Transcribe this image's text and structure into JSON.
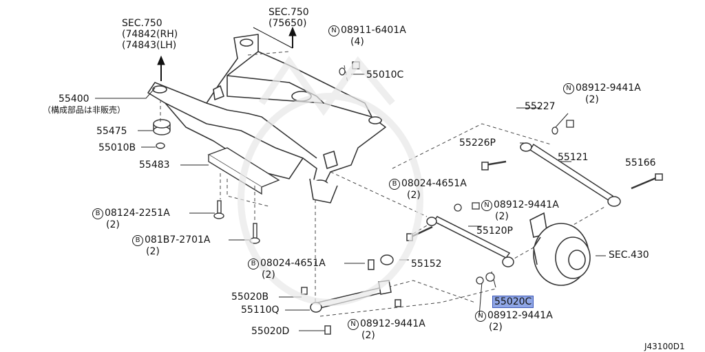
{
  "sec750a": {
    "title": "SEC.750",
    "line1": "(74842(RH)",
    "line2": "(74843(LH)"
  },
  "sec750b": {
    "title": "SEC.750",
    "line1": "(75650)"
  },
  "labels": {
    "p55400": "55400",
    "p55400_note": "（構成部品は非販売）",
    "p55475": "55475",
    "p55010b": "55010B",
    "p55483": "55483",
    "p55010c": "55010C",
    "p55227": "55227",
    "p55226p": "55226P",
    "p55121": "55121",
    "p55166": "55166",
    "p55120p": "55120P",
    "p55152": "55152",
    "p55020b": "55020B",
    "p55110q": "55110Q",
    "p55020d": "55020D",
    "p55020c": "55020C",
    "sec430": "SEC.430",
    "diagram_id": "J43100D1"
  },
  "fasteners": [
    {
      "prefix": "N",
      "code": "08911-6401A",
      "qty": "(4)"
    },
    {
      "prefix": "N",
      "code": "08912-9441A",
      "qty": "(2)"
    },
    {
      "prefix": "B",
      "code": "08024-4651A",
      "qty": "(2)"
    },
    {
      "prefix": "N",
      "code": "08912-9441A",
      "qty": "(2)"
    },
    {
      "prefix": "B",
      "code": "08124-2251A",
      "qty": "(2)"
    },
    {
      "prefix": "B",
      "code": "081B7-2701A",
      "qty": "(2)"
    },
    {
      "prefix": "B",
      "code": "08024-4651A",
      "qty": "(2)"
    },
    {
      "prefix": "N",
      "code": "08912-9441A",
      "qty": "(2)"
    },
    {
      "prefix": "N",
      "code": "08912-9441A",
      "qty": "(2)"
    }
  ],
  "colors": {
    "highlight": "#8fa6e6",
    "line": "#222222",
    "stroke": "#333333"
  }
}
